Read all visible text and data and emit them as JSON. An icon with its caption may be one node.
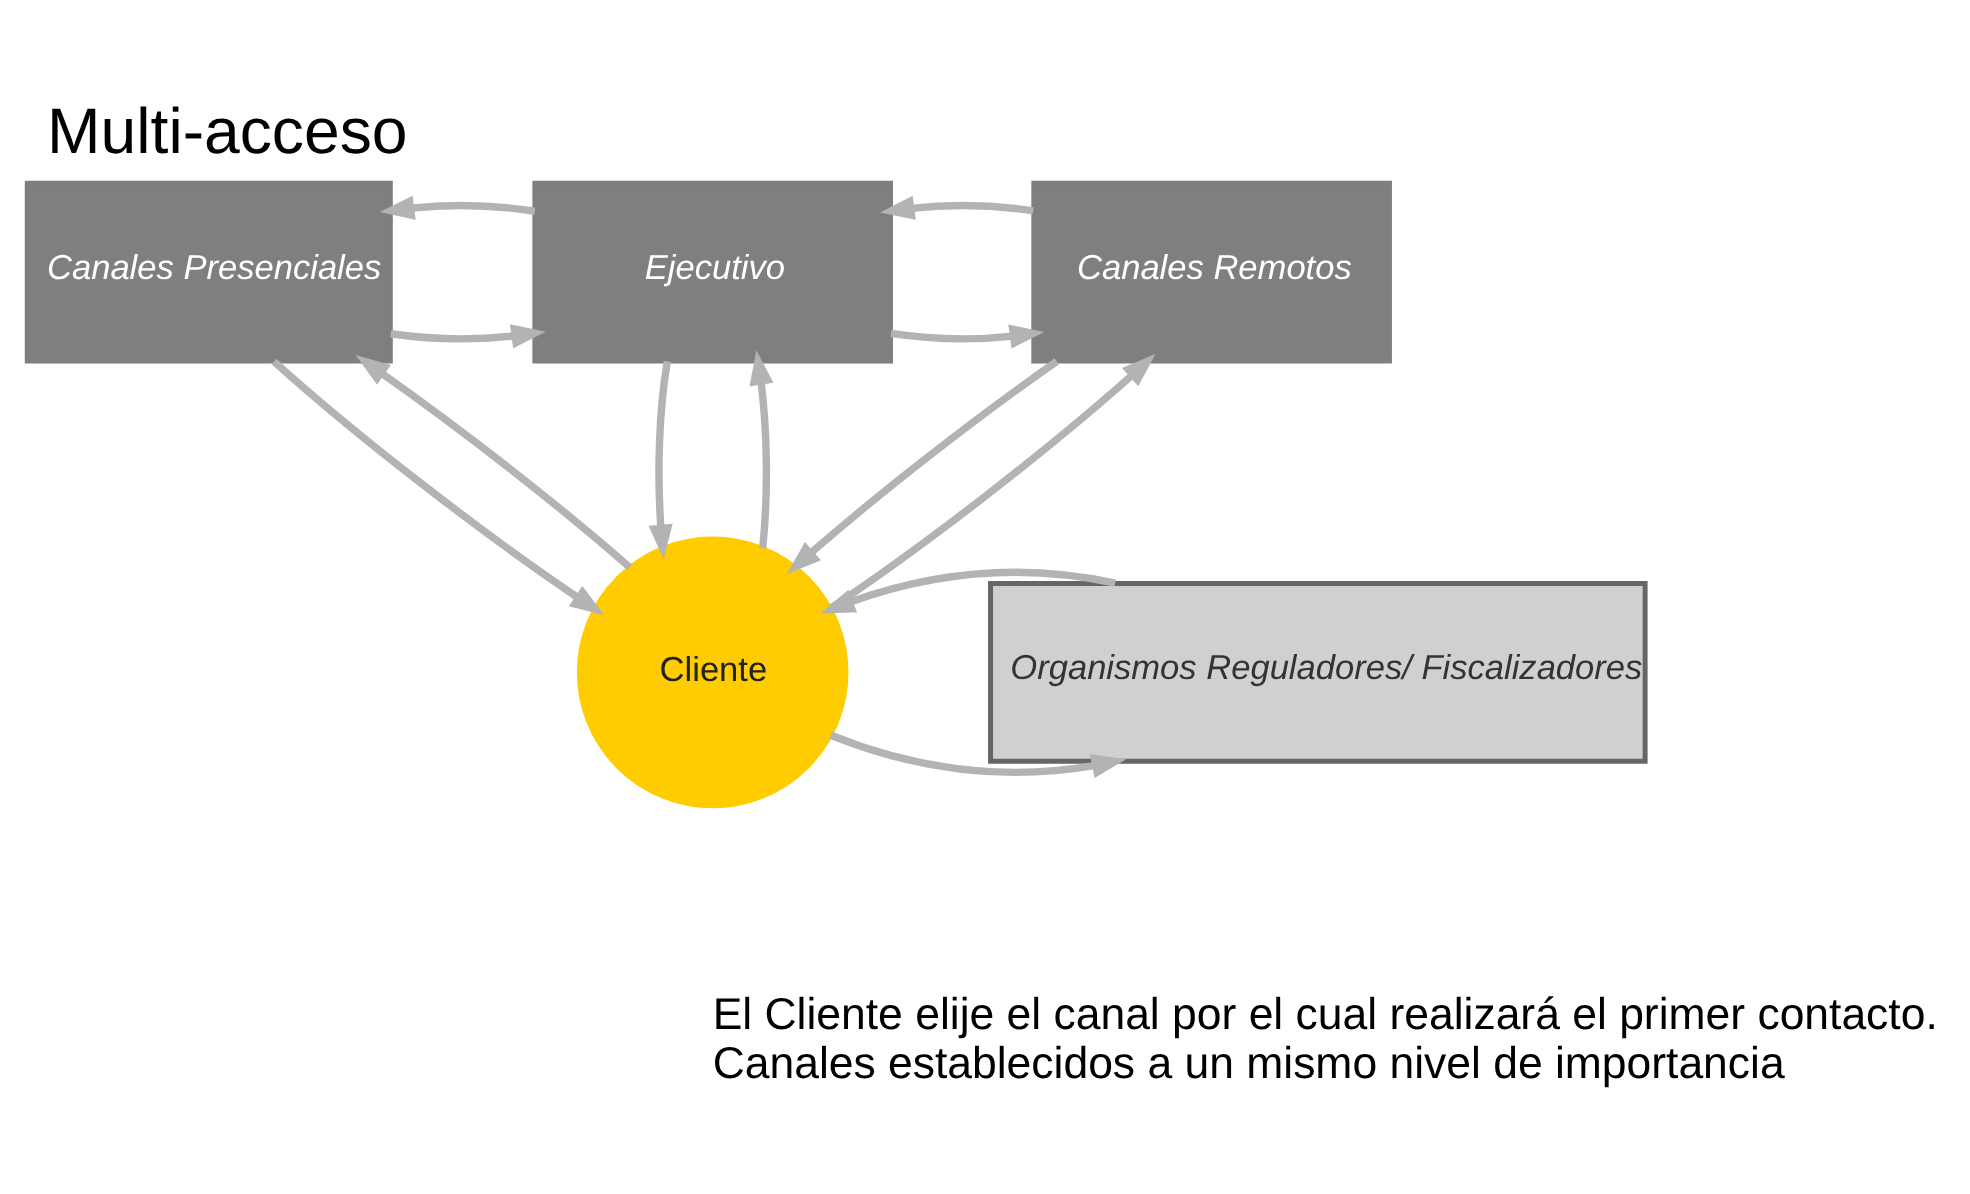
{
  "diagram": {
    "title": "Multi-acceso",
    "nodes": [
      {
        "text": [
          "Canales Presenciales"
        ]
      },
      {
        "text": [
          "Ejecutivo"
        ]
      },
      {
        "text": [
          "Canales Remotos"
        ]
      },
      {
        "text": [
          "Organismos Reguladores/ Fiscalizadores"
        ]
      },
      {
        "text": [
          "Cliente"
        ]
      }
    ],
    "edges": [
      {
        "from": 0,
        "to": 1,
        "arrow": "to"
      },
      {
        "from": 1,
        "to": 0,
        "arrow": "to"
      },
      {
        "from": 1,
        "to": 2,
        "arrow": "to"
      },
      {
        "from": 2,
        "to": 1,
        "arrow": "to"
      },
      {
        "from": 0,
        "to": 4,
        "arrow": "to"
      },
      {
        "from": 4,
        "to": 0,
        "arrow": "to"
      },
      {
        "from": 4,
        "to": 1,
        "arrow": "to"
      },
      {
        "from": 1,
        "to": 4,
        "arrow": "to"
      },
      {
        "from": 4,
        "to": 2,
        "arrow": "to"
      },
      {
        "from": 2,
        "to": 4,
        "arrow": "to"
      },
      {
        "from": 4,
        "to": 3,
        "arrow": "to"
      },
      {
        "from": 3,
        "to": 4,
        "arrow": "to"
      }
    ],
    "labels": [
      "El Cliente elije el canal por el cual realizará el primer contacto.",
      "Canales establecidos a un mismo nivel de importancia"
    ]
  }
}
